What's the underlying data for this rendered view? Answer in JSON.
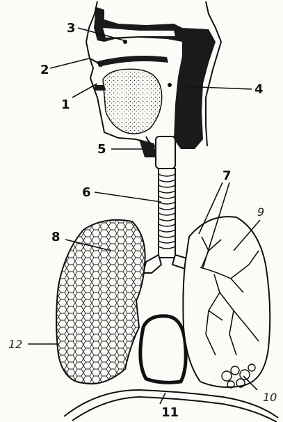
{
  "labels": {
    "l1": "1",
    "l2": "2",
    "l3": "3",
    "l4": "4",
    "l5": "5",
    "l6": "6",
    "l7": "7",
    "l8": "8",
    "l9": "9",
    "l10": "10",
    "l11": "11",
    "l12": "12"
  },
  "colors": {
    "ink": "#111111",
    "paper": "#fbfbf8",
    "dark_fill": "#1a1a1a"
  }
}
